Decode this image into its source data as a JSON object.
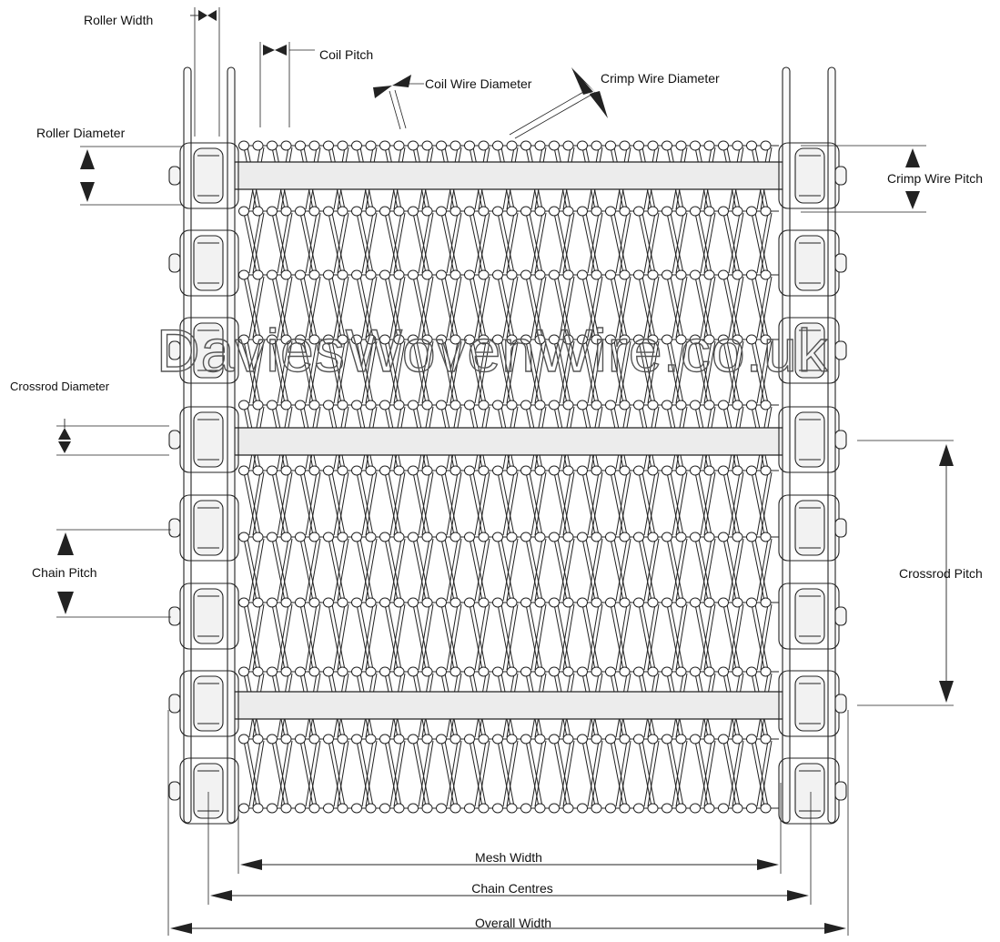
{
  "labels": {
    "roller_width": "Roller Width",
    "coil_pitch": "Coil Pitch",
    "coil_wire_diameter": "Coil Wire Diameter",
    "crimp_wire_diameter": "Crimp Wire Diameter",
    "roller_diameter": "Roller Diameter",
    "crimp_wire_pitch": "Crimp Wire Pitch",
    "crossrod_diameter": "Crossrod Diameter",
    "chain_pitch": "Chain Pitch",
    "crossrod_pitch": "Crossrod Pitch",
    "mesh_width": "Mesh Width",
    "chain_centres": "Chain Centres",
    "overall_width": "Overall Width"
  },
  "watermark": "DaviesWovenWire.co.uk",
  "colors": {
    "line": "#222222",
    "roller_fill": "#f2f2f2",
    "rod_fill": "#ececec",
    "arrow": "#222222"
  }
}
